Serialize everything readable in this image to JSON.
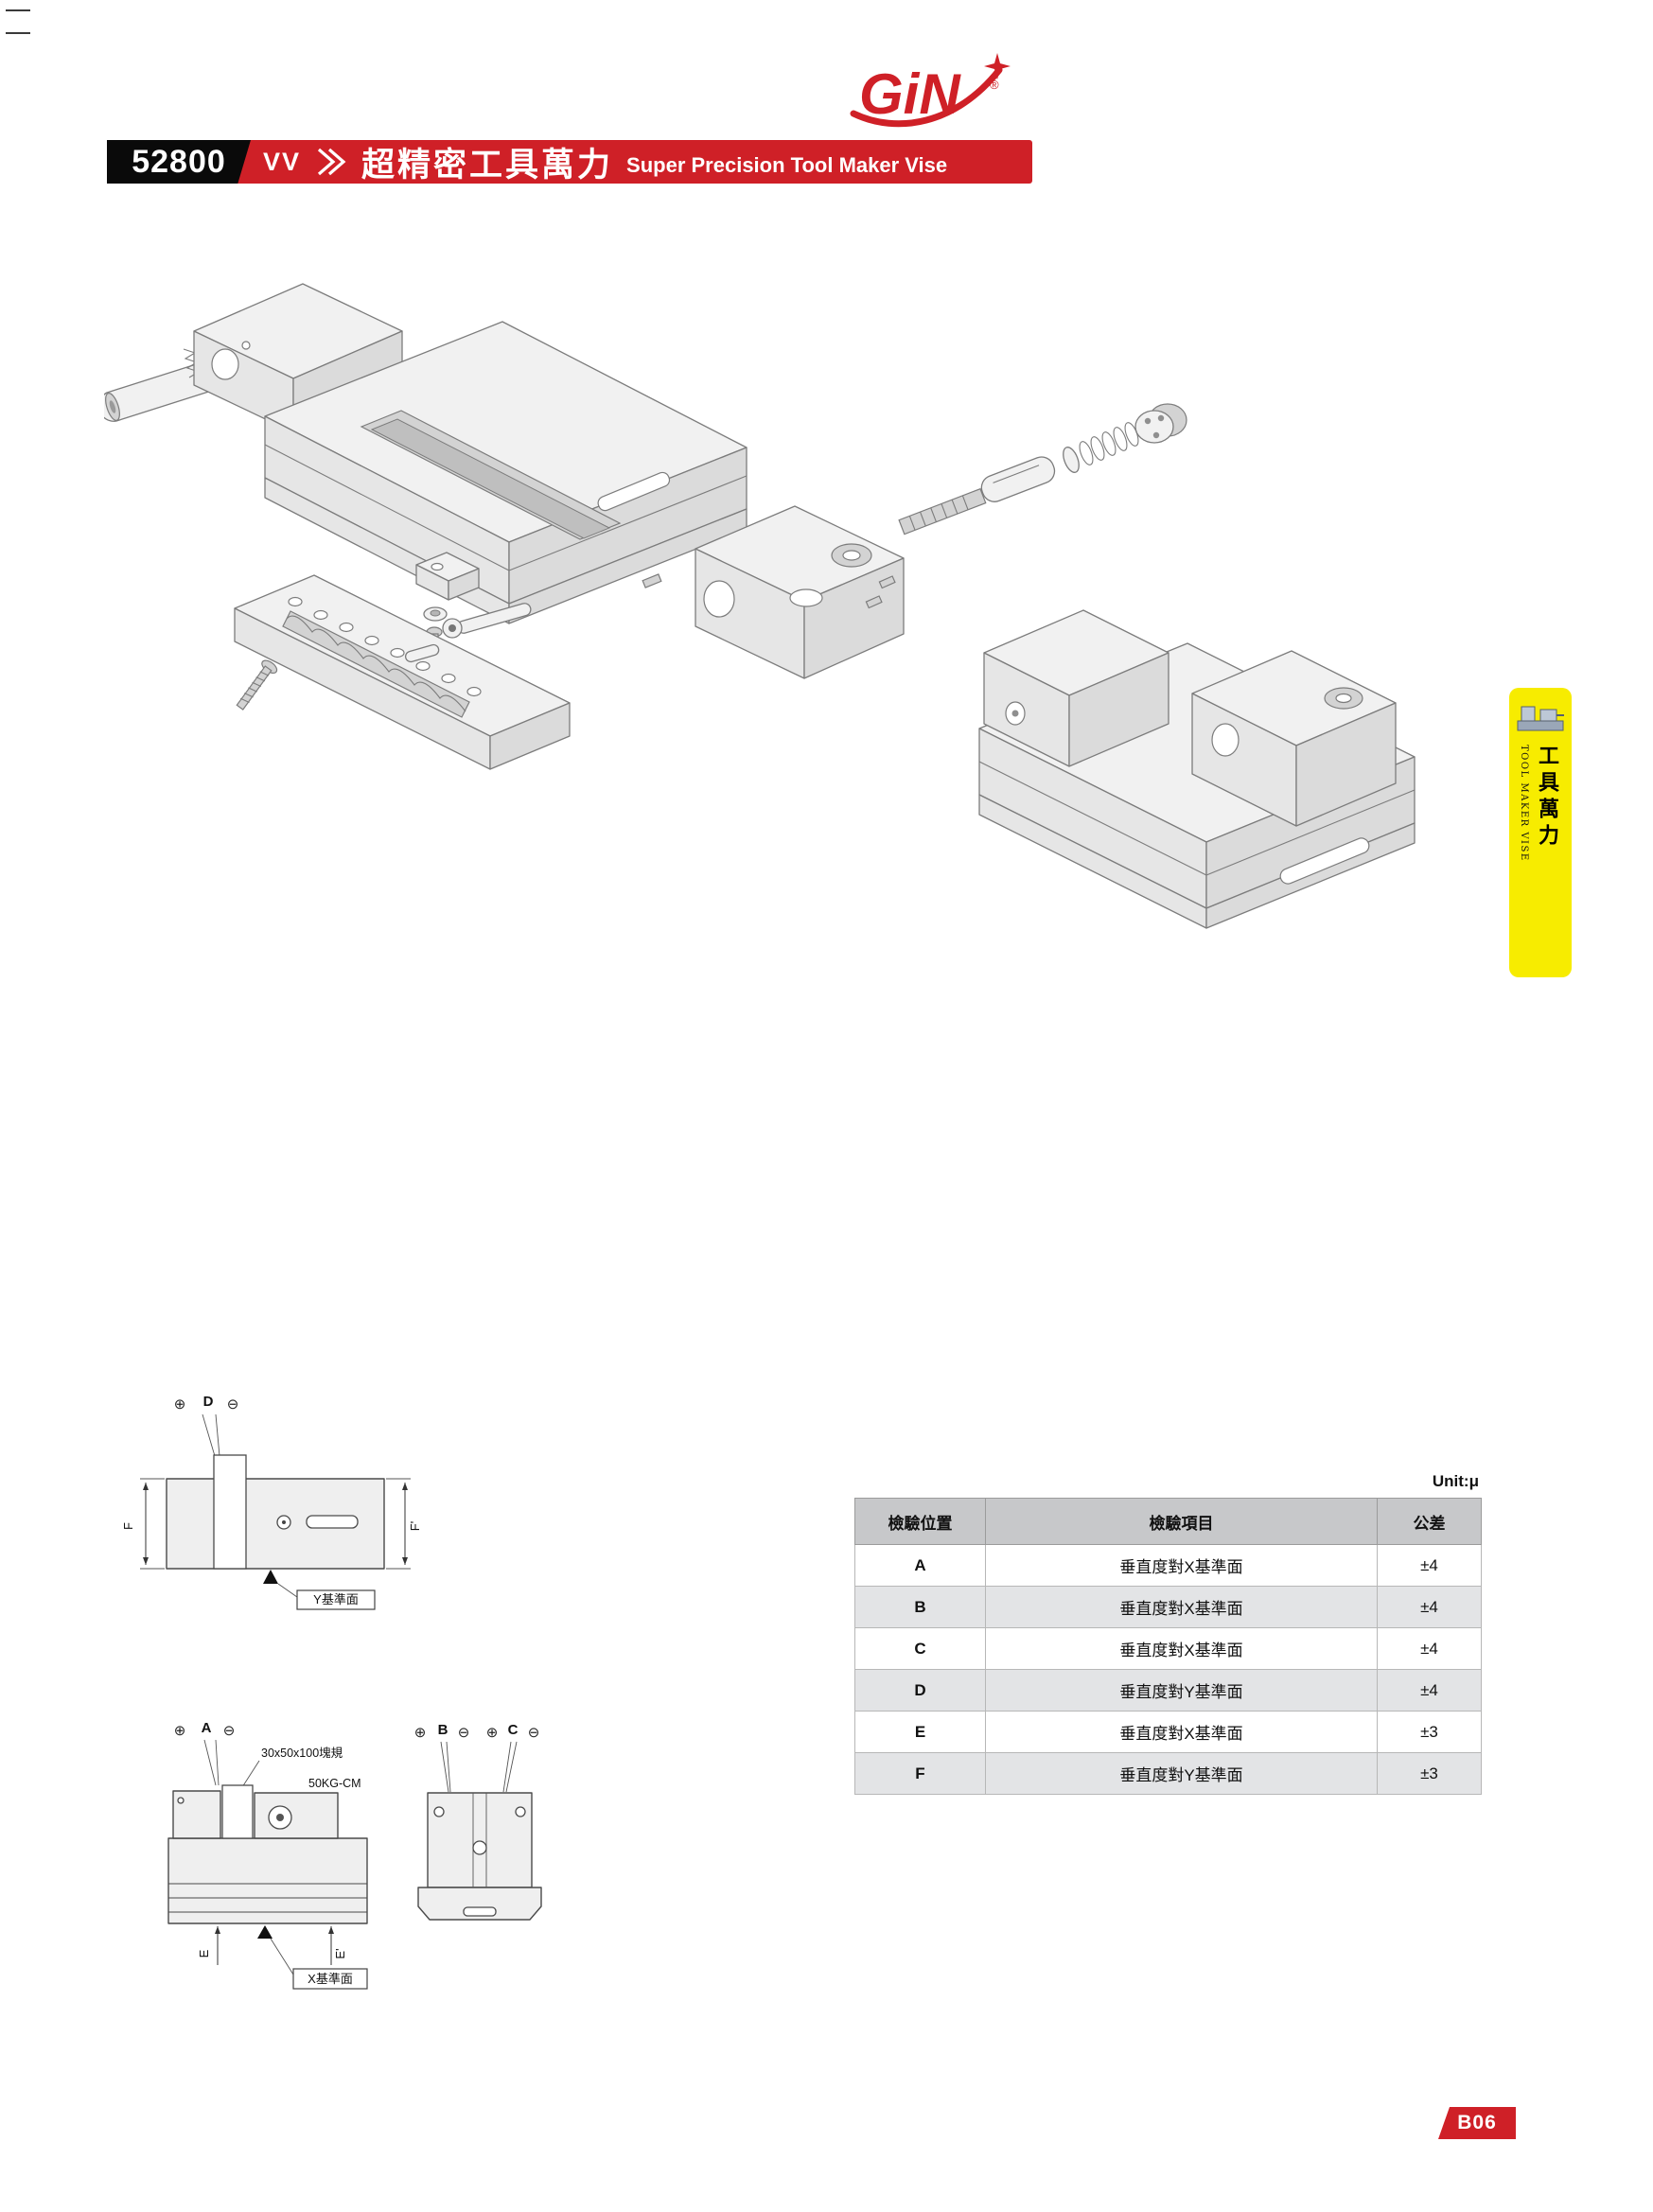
{
  "colors": {
    "accent_red": "#cf2027",
    "tab_yellow": "#f7ec00",
    "header_black": "#0a0a0a"
  },
  "header": {
    "model": "52800",
    "series": "VV",
    "title_zh": "超精密工具萬力",
    "title_en": "Super Precision Tool Maker Vise"
  },
  "logo": {
    "brand": "GiN",
    "registered": "®"
  },
  "side_tab": {
    "en": "TOOL MAKER VISE",
    "zh": "工具萬力"
  },
  "inspection": {
    "unit": "Unit:μ",
    "columns": [
      "檢驗位置",
      "檢驗項目",
      "公差"
    ],
    "rows": [
      {
        "pos": "A",
        "item": "垂直度對X基準面",
        "tolerance": "±4"
      },
      {
        "pos": "B",
        "item": "垂直度對X基準面",
        "tolerance": "±4"
      },
      {
        "pos": "C",
        "item": "垂直度對X基準面",
        "tolerance": "±4"
      },
      {
        "pos": "D",
        "item": "垂直度對Y基準面",
        "tolerance": "±4"
      },
      {
        "pos": "E",
        "item": "垂直度對X基準面",
        "tolerance": "±3"
      },
      {
        "pos": "F",
        "item": "垂直度對Y基準面",
        "tolerance": "±3"
      }
    ]
  },
  "diagram_f": {
    "plus": "⊕",
    "label": "D",
    "minus": "⊖",
    "dim_left": "F",
    "dim_right": "F'",
    "datum": "Y基準面"
  },
  "diagram_e": {
    "plus": "⊕",
    "label": "A",
    "minus": "⊖",
    "gauge_note": "30x50x100塊規",
    "torque_note": "50KG-CM",
    "dim_left": "E",
    "dim_right": "E'",
    "datum": "X基準面"
  },
  "diagram_bc": {
    "plus_b": "⊕",
    "label_b": "B",
    "minus_b": "⊖",
    "plus_c": "⊕",
    "label_c": "C",
    "minus_c": "⊖"
  },
  "footer": {
    "page": "B06"
  }
}
